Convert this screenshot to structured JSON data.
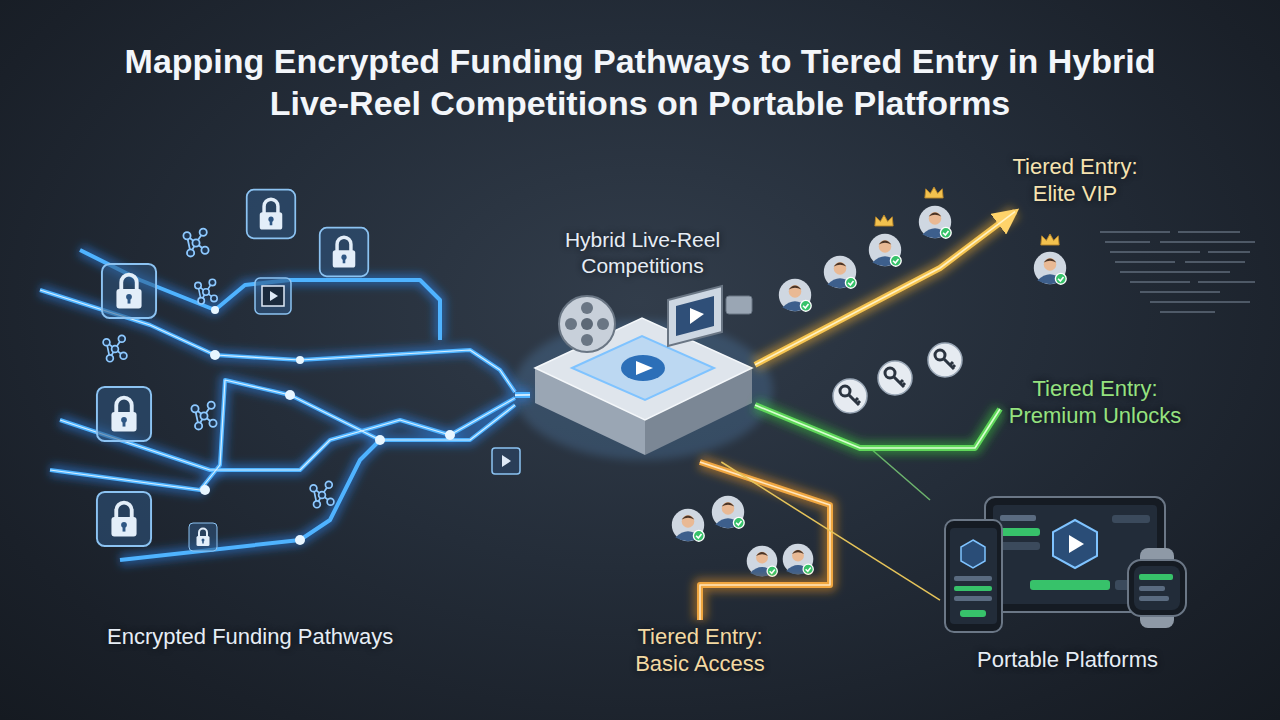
{
  "diagram": {
    "title": "Mapping Encrypted Funding Pathways to Tiered Entry in Hybrid Live-Reel Competitions on Portable Platforms",
    "nodes": [
      {
        "text": [
          "Encrypted Funding Pathways"
        ]
      },
      {
        "text": [
          "Hybrid Live-Reel Competitions"
        ]
      },
      {
        "text": [
          "Tiered Entry: Elite VIP"
        ]
      },
      {
        "text": [
          "Tiered Entry: Premium Unlocks"
        ]
      },
      {
        "text": [
          "Tiered Entry: Basic Access"
        ]
      },
      {
        "text": [
          "Portable Platforms"
        ]
      }
    ],
    "edges": [
      {
        "from": 0,
        "to": 1,
        "arrow": "none"
      },
      {
        "from": 1,
        "to": 2,
        "arrow": "to"
      },
      {
        "from": 1,
        "to": 3,
        "arrow": "none"
      },
      {
        "from": 1,
        "to": 4,
        "arrow": "none"
      },
      {
        "from": 1,
        "to": 5,
        "arrow": "none"
      }
    ]
  }
}
